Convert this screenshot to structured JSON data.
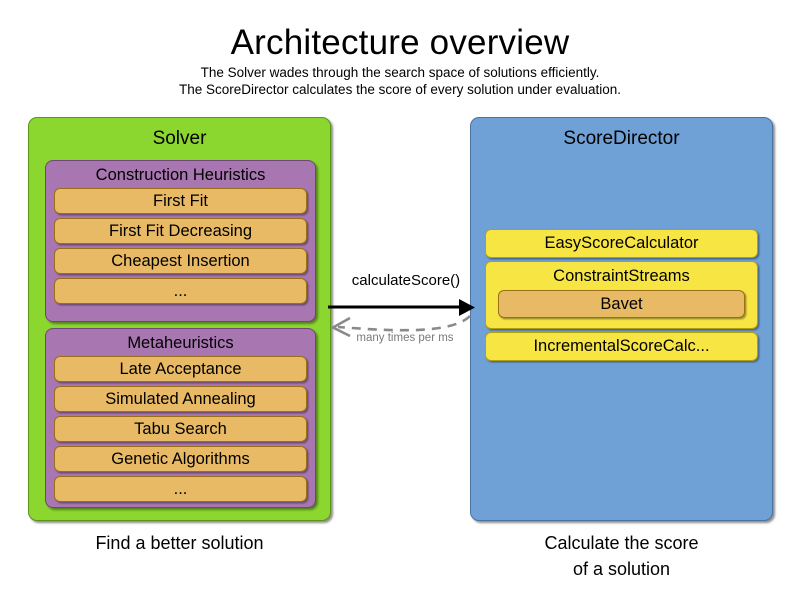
{
  "header": {
    "title": "Architecture overview",
    "subtitle_line1": "The Solver wades through the search space of solutions efficiently.",
    "subtitle_line2": "The ScoreDirector calculates the score of every solution under evaluation."
  },
  "colors": {
    "solver_panel": "#8BD62F",
    "scoredirector_panel": "#6FA0D6",
    "group": "#A876B0",
    "item": "#E9BA66",
    "ybox": "#F7E544",
    "arrow_solid": "#000000",
    "arrow_dashed": "#8a8a8a",
    "background": "#FFFFFF"
  },
  "solver": {
    "title": "Solver",
    "caption": "Find a better solution",
    "groups": [
      {
        "title": "Construction Heuristics",
        "items": [
          "First Fit",
          "First Fit Decreasing",
          "Cheapest Insertion",
          "..."
        ]
      },
      {
        "title": "Metaheuristics",
        "items": [
          "Late Acceptance",
          "Simulated Annealing",
          "Tabu Search",
          "Genetic Algorithms",
          "..."
        ]
      }
    ]
  },
  "scoredirector": {
    "title": "ScoreDirector",
    "caption_line1": "Calculate the score",
    "caption_line2": "of a solution",
    "boxes": [
      {
        "label": "EasyScoreCalculator"
      },
      {
        "label": "ConstraintStreams",
        "nested": "Bavet"
      },
      {
        "label": "IncrementalScoreCalc..."
      }
    ]
  },
  "connector": {
    "request_label": "calculateScore()",
    "response_label": "many times per ms"
  }
}
